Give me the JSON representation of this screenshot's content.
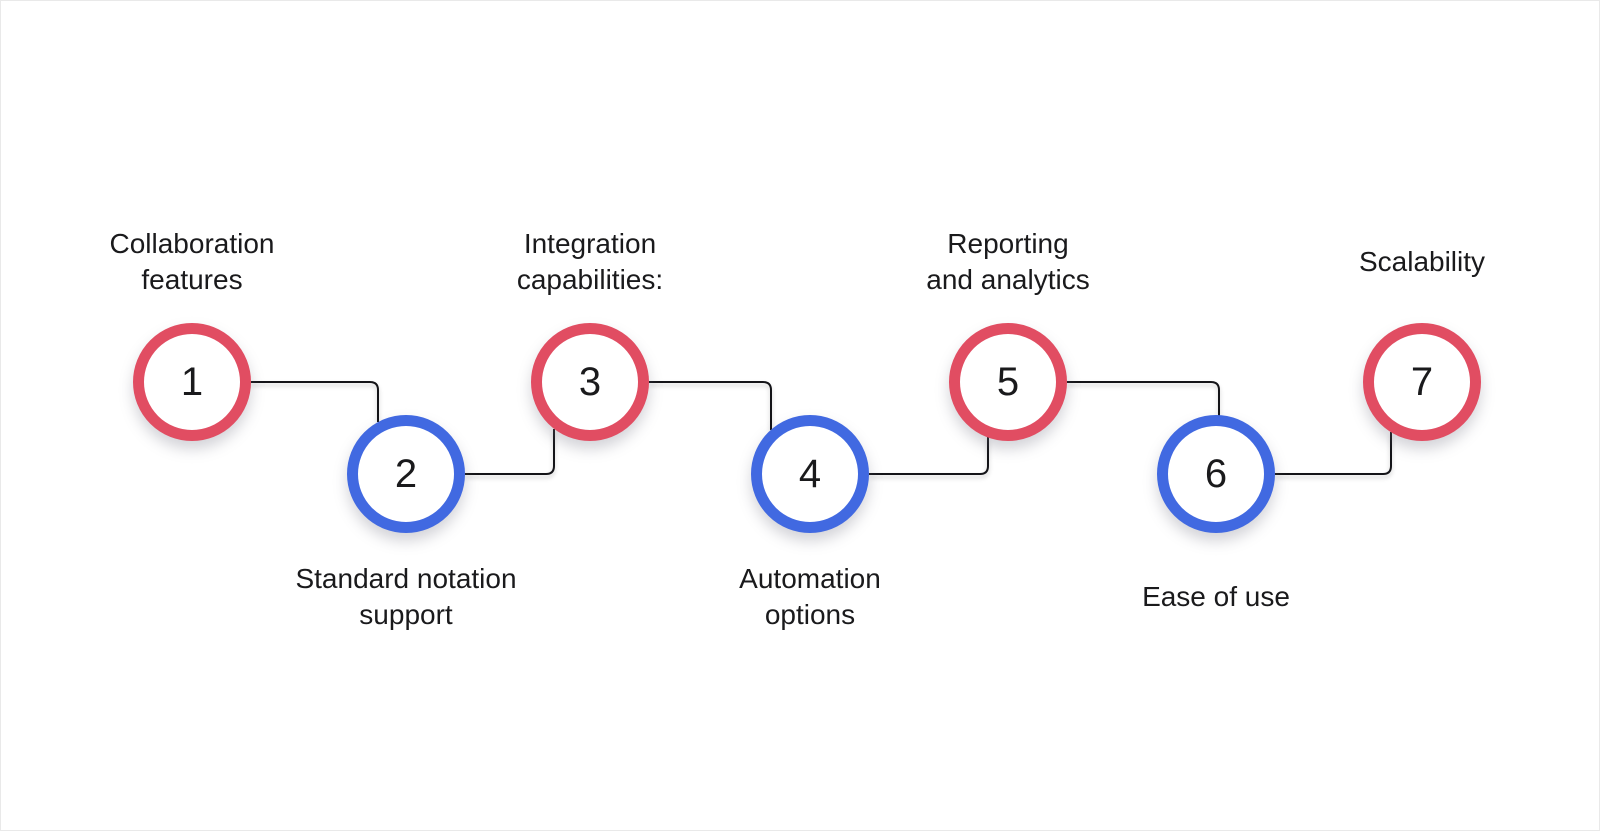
{
  "colors": {
    "red": "#E14D62",
    "blue": "#4169E1",
    "line": "#141418",
    "text": "#1A1A1C",
    "background": "#FFFFFF"
  },
  "diagram": {
    "type": "zigzag-process-timeline",
    "steps": [
      {
        "number": "1",
        "label": "Collaboration features",
        "lines": [
          "Collaboration",
          "features"
        ],
        "color": "red",
        "row": "top"
      },
      {
        "number": "2",
        "label": "Standard notation support",
        "lines": [
          "Standard notation",
          "support"
        ],
        "color": "blue",
        "row": "bottom"
      },
      {
        "number": "3",
        "label": "Integration capabilities:",
        "lines": [
          "Integration",
          "capabilities:"
        ],
        "color": "red",
        "row": "top"
      },
      {
        "number": "4",
        "label": "Automation options",
        "lines": [
          "Automation",
          "options"
        ],
        "color": "blue",
        "row": "bottom"
      },
      {
        "number": "5",
        "label": "Reporting and analytics",
        "lines": [
          "Reporting",
          "and analytics"
        ],
        "color": "red",
        "row": "top"
      },
      {
        "number": "6",
        "label": "Ease of use",
        "lines": [
          "Ease of use"
        ],
        "color": "blue",
        "row": "bottom"
      },
      {
        "number": "7",
        "label": "Scalability",
        "lines": [
          "Scalability"
        ],
        "color": "red",
        "row": "top"
      }
    ]
  }
}
